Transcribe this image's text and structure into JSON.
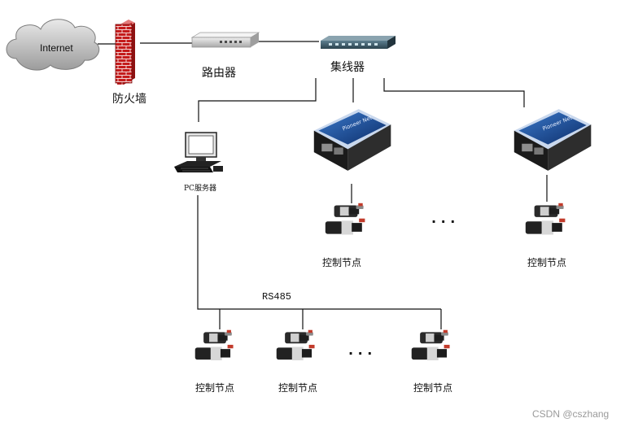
{
  "diagram": {
    "cloud_label": "Internet",
    "firewall_label": "防火墙",
    "router_label": "路由器",
    "hub_label": "集线器",
    "pc_label": "PC服务器",
    "bus_label": "RS485",
    "node_label": "控制节点",
    "ellipsis": "· · ·",
    "watermark": "CSDN @cszhang"
  }
}
